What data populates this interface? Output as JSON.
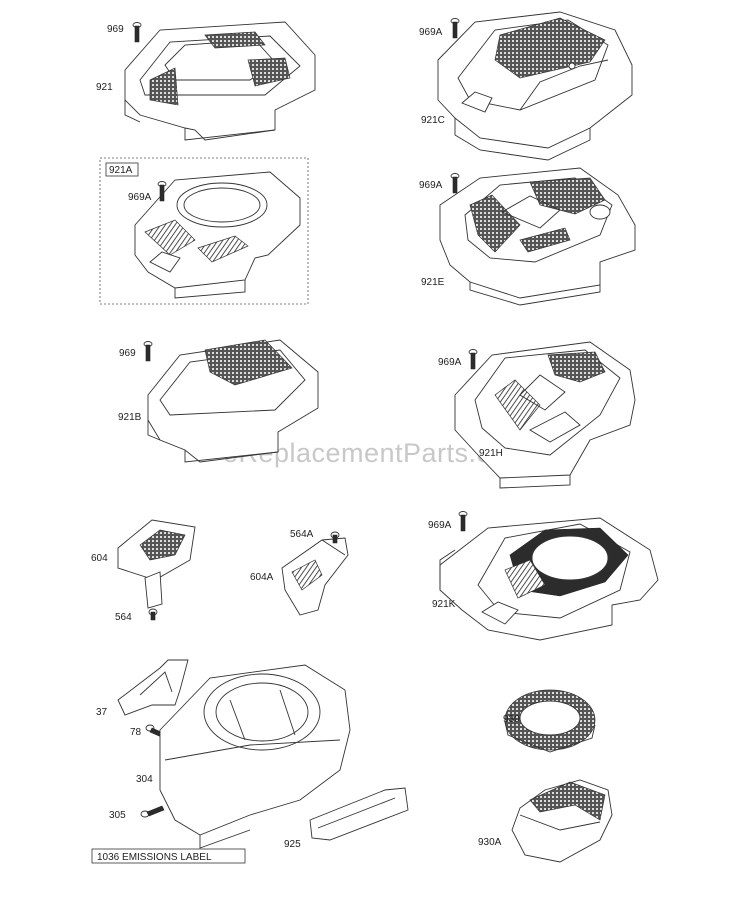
{
  "watermark": "eReplacementParts.com",
  "labels": {
    "p969_top": "969",
    "p921": "921",
    "p969a_c": "969A",
    "p921c": "921C",
    "p921a": "921A",
    "p969a_a": "969A",
    "p969a_e": "969A",
    "p921e": "921E",
    "p969_b": "969",
    "p921b": "921B",
    "p969a_h": "969A",
    "p921h": "921H",
    "p604": "604",
    "p564": "564",
    "p564a": "564A",
    "p604a": "604A",
    "p969a_k": "969A",
    "p921k": "921K",
    "p37": "37",
    "p78": "78",
    "p304": "304",
    "p305": "305",
    "p925": "925",
    "p930": "930",
    "p930a": "930A",
    "emissions": "1036 EMISSIONS LABEL"
  }
}
